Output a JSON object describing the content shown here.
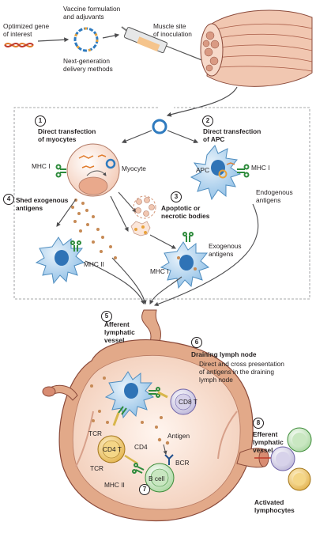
{
  "labels": {
    "optimized_gene": "Optimized gene\nof interest",
    "vaccine_formulation": "Vaccine formulation\nand adjuvants",
    "next_generation": "Next-generation\ndelivery methods",
    "muscle_site": "Muscle site\nof inoculation",
    "mhc1": "MHC I",
    "mhc2": "MHC II",
    "myocyte": "Myocyte",
    "apc": "APC",
    "endogenous_antigens": "Endogenous\nantigens",
    "exogenous_antigens": "Exogenous\nantigens",
    "cross_presentation": "Direct and cross presentation\nof antigens in the draining\nlymph node",
    "cd8t": "CD8 T",
    "cd4t": "CD4 T",
    "cd4": "CD4",
    "tcr": "TCR",
    "antigen": "Antigen",
    "bcr": "BCR",
    "b_cell": "B cell",
    "activated_lymphocytes": "Activated\nlymphocytes"
  },
  "steps": {
    "s1": {
      "num": "1",
      "title": "Direct transfection\nof myocytes"
    },
    "s2": {
      "num": "2",
      "title": "Direct transfection\nof APC"
    },
    "s3": {
      "num": "3",
      "title": "Apoptotic or\nnecrotic bodies"
    },
    "s4": {
      "num": "4",
      "title": "Shed exogenous\nantigens"
    },
    "s5": {
      "num": "5",
      "title": "Afferent\nlymphatic\nvessel"
    },
    "s6": {
      "num": "6",
      "title": "Draining lymph node"
    },
    "s7": {
      "num": "7"
    },
    "s8": {
      "num": "8",
      "title": "Efferent\nlymphatic\nvessel"
    }
  },
  "colors": {
    "apc": "#8fbfe6",
    "myocyte": "#f3c9b4",
    "cd8_t_cell": "#bdb7d9",
    "cd4_t_cell": "#e3b34c",
    "b_cell": "#a9d79f",
    "mhc": "#2e8b3c",
    "antigen": "#c68a55",
    "lymph_node": "#e2a989"
  },
  "icons": [
    "gene-icon",
    "plasmid-icon",
    "syringe-icon",
    "muscle-icon"
  ]
}
